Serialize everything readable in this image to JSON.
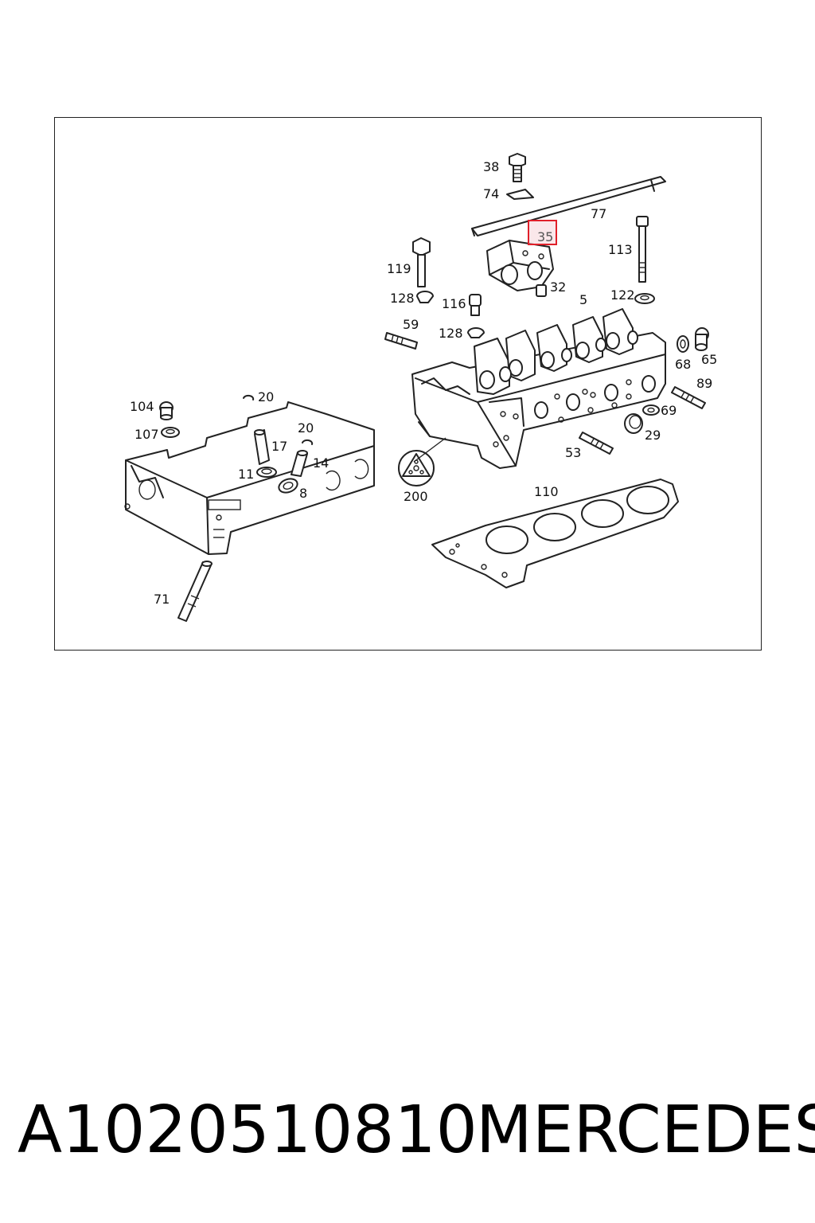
{
  "diagram": {
    "labels": {
      "p38": "38",
      "p74": "74",
      "p77": "77",
      "p35": "35",
      "p113": "113",
      "p119": "119",
      "p32": "32",
      "p128a": "128",
      "p116": "116",
      "p5": "5",
      "p122": "122",
      "p59": "59",
      "p128b": "128",
      "p68": "68",
      "p65": "65",
      "p89": "89",
      "p104": "104",
      "p20a": "20",
      "p107": "107",
      "p20b": "20",
      "p17": "17",
      "p14": "14",
      "p11": "11",
      "p8": "8",
      "p69": "69",
      "p29": "29",
      "p53": "53",
      "p200": "200",
      "p110": "110",
      "p71": "71"
    },
    "highlighted_part": "35",
    "highlight_color": "#e0202a"
  },
  "footer": {
    "part_number": "A1020510810",
    "brand": "MERCEDES"
  }
}
